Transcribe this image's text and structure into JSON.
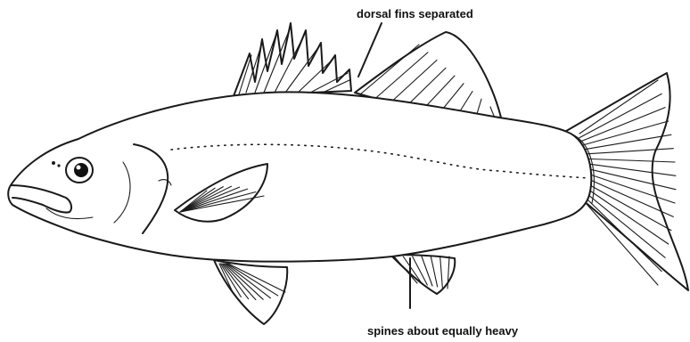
{
  "diagram": {
    "subject": "fish-illustration",
    "labels": {
      "dorsal": "dorsal fins separated",
      "spines": "spines about equally heavy"
    },
    "colors": {
      "line": "#1a1a1a",
      "background": "#ffffff"
    }
  }
}
